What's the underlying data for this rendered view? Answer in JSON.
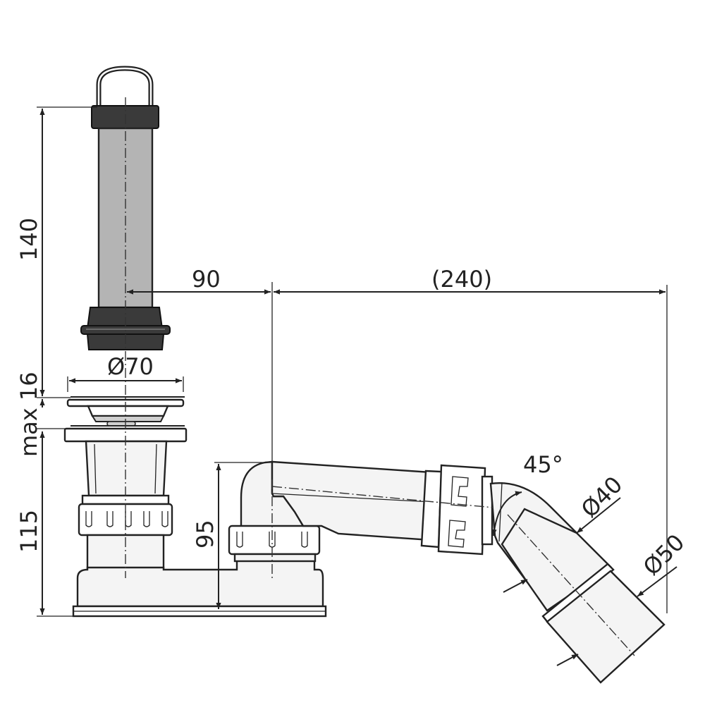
{
  "dimensions": {
    "height_140": "140",
    "offset_90": "90",
    "length_240": "(240)",
    "diameter_70": "Ø70",
    "max_16": "max 16",
    "height_115": "115",
    "height_95": "95",
    "angle_45": "45°",
    "diameter_40": "Ø40",
    "diameter_50": "Ø50"
  },
  "colors": {
    "line": "#222222",
    "body_fill": "#f4f4f4",
    "stopper_fill": "#3a3a3a",
    "tube_fill": "#b4b4b4"
  }
}
